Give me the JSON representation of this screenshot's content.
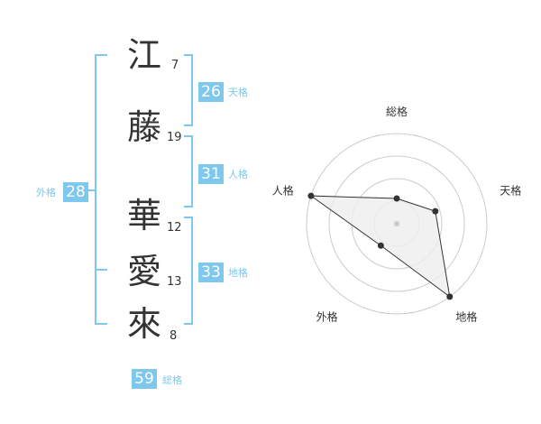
{
  "name_chars": [
    {
      "char": "江",
      "strokes": "7"
    },
    {
      "char": "藤",
      "strokes": "19"
    },
    {
      "char": "華",
      "strokes": "12"
    },
    {
      "char": "愛",
      "strokes": "13"
    },
    {
      "char": "來",
      "strokes": "8"
    }
  ],
  "fortunes": {
    "tenkaku": {
      "value": "26",
      "label": "天格"
    },
    "jinkaku": {
      "value": "31",
      "label": "人格"
    },
    "chikaku": {
      "value": "33",
      "label": "地格"
    },
    "gaikaku": {
      "value": "28",
      "label": "外格"
    },
    "soukaku": {
      "value": "59",
      "label": "総格"
    }
  },
  "colors": {
    "accent": "#7ec8ee",
    "text": "#333333",
    "grid": "#cccccc"
  },
  "chart_data": {
    "type": "radar",
    "axes": [
      "総格",
      "天格",
      "地格",
      "外格",
      "人格"
    ],
    "values": [
      0.28,
      0.45,
      1.0,
      0.3,
      1.0
    ],
    "range": [
      0,
      1
    ],
    "rings": 4
  }
}
